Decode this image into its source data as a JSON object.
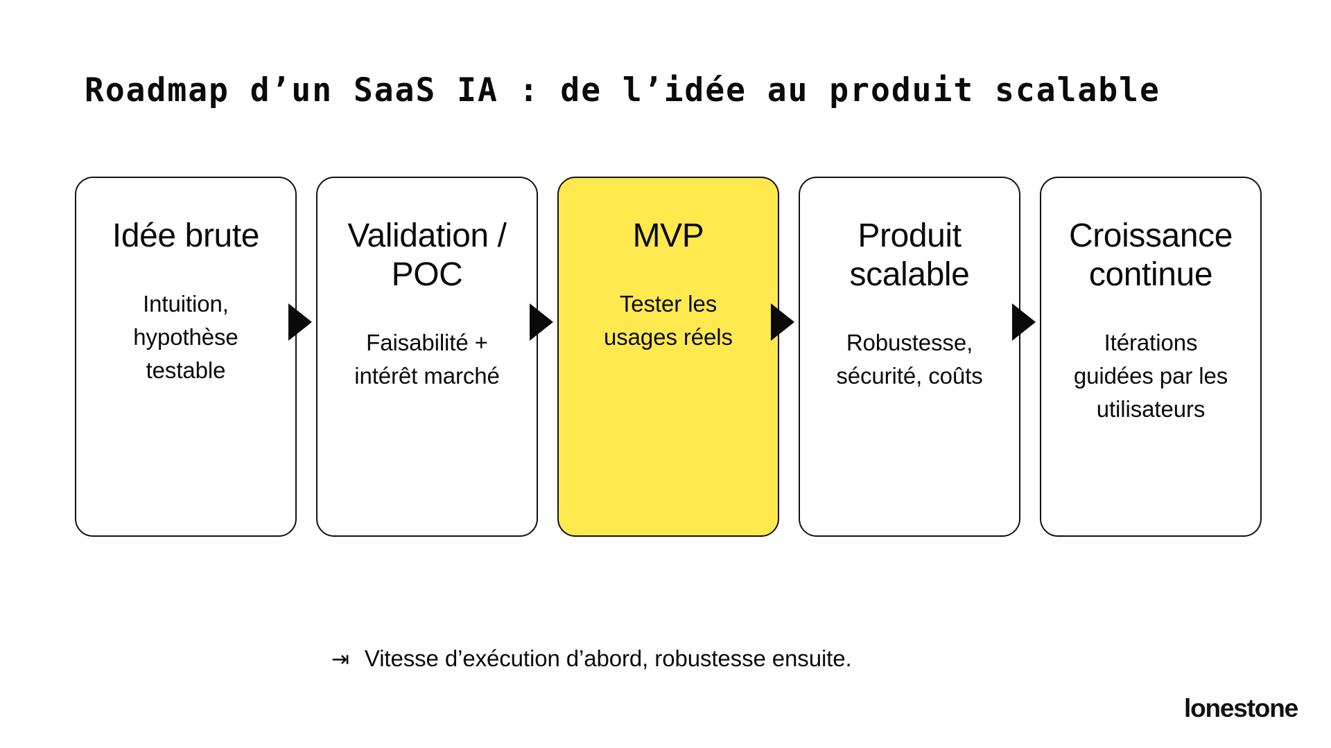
{
  "slide": {
    "title": "Roadmap d’un SaaS IA : de l’idée au produit scalable",
    "background_color": "#ffffff",
    "text_color": "#0a0a0a",
    "accent_color": "#FFE94F"
  },
  "flow": {
    "arrow_icon": "triangle-right-icon",
    "stages": [
      {
        "id": "idee-brute",
        "title": "Idée brute",
        "description": "Intuition,\nhypothèse\ntestable",
        "highlighted": false
      },
      {
        "id": "validation-poc",
        "title": "Validation /\nPOC",
        "description": "Faisabilité +\nintérêt marché",
        "highlighted": false
      },
      {
        "id": "mvp",
        "title": "MVP",
        "description": "Tester les\nusages réels",
        "highlighted": true
      },
      {
        "id": "produit-scalable",
        "title": "Produit\nscalable",
        "description": "Robustesse,\nsécurité, coûts",
        "highlighted": false
      },
      {
        "id": "croissance-continue",
        "title": "Croissance\ncontinue",
        "description": "Itérations\nguidées par les\nutilisateurs",
        "highlighted": false
      }
    ]
  },
  "caption": {
    "icon": "arrow-to-bar-icon",
    "icon_glyph": "⇥",
    "text": "Vitesse d’exécution d’abord, robustesse ensuite."
  },
  "brand": {
    "name": "lonestone"
  }
}
